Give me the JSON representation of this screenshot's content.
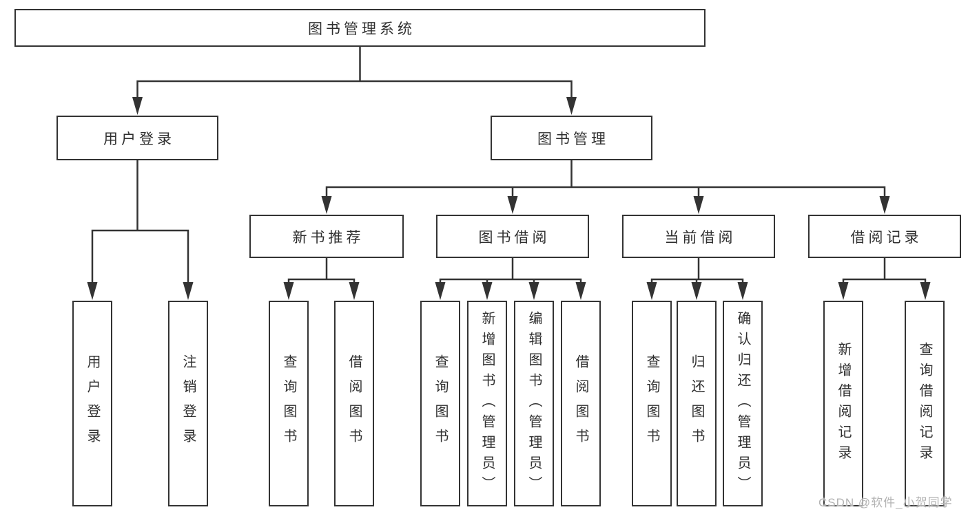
{
  "diagram": {
    "root": {
      "label": "图书管理系统",
      "children": [
        {
          "label": "用户登录",
          "children": [
            {
              "label": "用户登录"
            },
            {
              "label": "注销登录"
            }
          ]
        },
        {
          "label": "图书管理",
          "children": [
            {
              "label": "新书推荐",
              "children": [
                {
                  "label": "查询图书"
                },
                {
                  "label": "借阅图书"
                }
              ]
            },
            {
              "label": "图书借阅",
              "children": [
                {
                  "label": "查询图书"
                },
                {
                  "label": "新增图书（管理员）"
                },
                {
                  "label": "编辑图书（管理员）"
                },
                {
                  "label": "借阅图书"
                }
              ]
            },
            {
              "label": "当前借阅",
              "children": [
                {
                  "label": "查询图书"
                },
                {
                  "label": "归还图书"
                },
                {
                  "label": "确认归还（管理员）"
                }
              ]
            },
            {
              "label": "借阅记录",
              "children": [
                {
                  "label": "新增借阅记录"
                },
                {
                  "label": "查询借阅记录"
                }
              ]
            }
          ]
        }
      ]
    },
    "watermark": "CSDN @软件_小贺同学",
    "colors": {
      "line": "#333333",
      "text": "#2f2f2f",
      "watermark": "#b3b3b3",
      "background": "#ffffff"
    }
  }
}
